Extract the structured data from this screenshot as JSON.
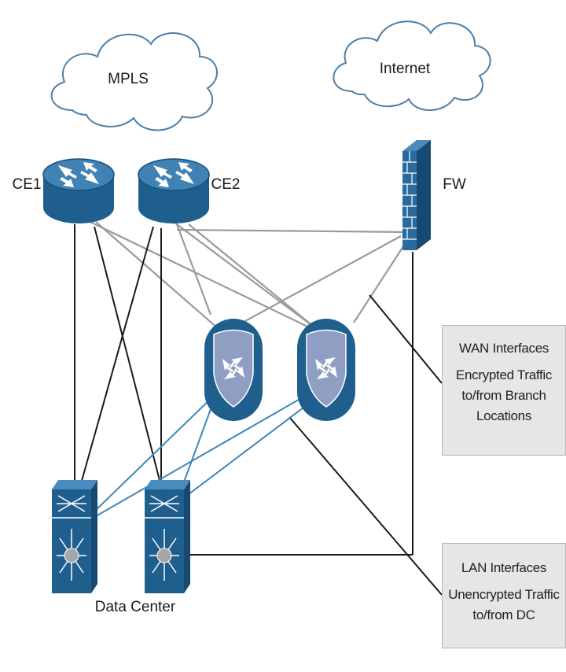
{
  "clouds": {
    "mpls": "MPLS",
    "internet": "Internet"
  },
  "devices": {
    "ce1": "CE1",
    "ce2": "CE2",
    "fw": "FW",
    "data_center": "Data Center"
  },
  "callouts": {
    "wan": {
      "title": "WAN Interfaces",
      "line1": "Encrypted Traffic",
      "line2": "to/from Branch",
      "line3": "Locations"
    },
    "lan": {
      "title": "LAN Interfaces",
      "line1": "Unencrypted Traffic",
      "line2": "to/from DC"
    }
  },
  "colors": {
    "device_blue": "#1f5f8e",
    "device_top": "#3f82b3",
    "shield": "#8f9fc3",
    "link_gray": "#9a9a9a",
    "link_black": "#1a1a1a",
    "link_blue": "#3e86b5",
    "callout_bg": "#e6e6e6"
  },
  "icons": [
    "cloud-icon",
    "router-icon",
    "firewall-icon",
    "vpn-router-icon",
    "multilayer-switch-icon"
  ]
}
